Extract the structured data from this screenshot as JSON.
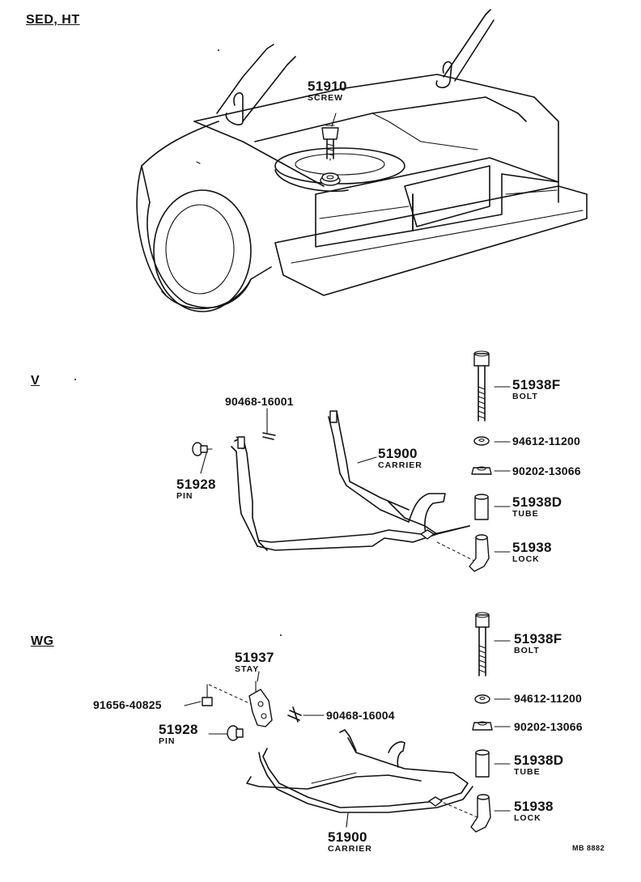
{
  "sections": {
    "sed_ht": "SED, HT",
    "v": "V",
    "wg": "WG"
  },
  "sed_ht": {
    "screw": {
      "number": "51910",
      "name": "SCREW"
    }
  },
  "v": {
    "clip": "90468-16001",
    "carrier": {
      "number": "51900",
      "name": "CARRIER"
    },
    "pin": {
      "number": "51928",
      "name": "PIN"
    },
    "bolt": {
      "number": "51938F",
      "name": "BOLT"
    },
    "washer": "94612-11200",
    "nut": "90202-13066",
    "tube": {
      "number": "51938D",
      "name": "TUBE"
    },
    "lock": {
      "number": "51938",
      "name": "LOCK"
    }
  },
  "wg": {
    "stay": {
      "number": "51937",
      "name": "STAY"
    },
    "bolt_small": "91656-40825",
    "clip": "90468-16004",
    "pin": {
      "number": "51928",
      "name": "PIN"
    },
    "carrier": {
      "number": "51900",
      "name": "CARRIER"
    },
    "bolt": {
      "number": "51938F",
      "name": "BOLT"
    },
    "washer": "94612-11200",
    "nut": "90202-13066",
    "tube": {
      "number": "51938D",
      "name": "TUBE"
    },
    "lock": {
      "number": "51938",
      "name": "LOCK"
    }
  },
  "footer_code": "MB 8882"
}
